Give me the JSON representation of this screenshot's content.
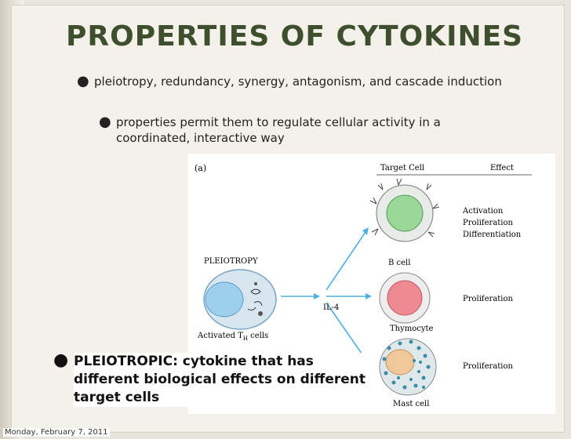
{
  "slide": {
    "title": "PROPERTIES OF CYTOKINES",
    "bullets": [
      "pleiotropy, redundancy, synergy, antagonism, and cascade induction",
      "properties permit them to regulate cellular activity in a coordinated, interactive way",
      "PLEIOTROPIC: cytokine that has different biological effects on different target cells"
    ],
    "footer_date": "Monday, February 7, 2011"
  },
  "figure": {
    "panel_label": "(a)",
    "col_target": "Target Cell",
    "col_effect": "Effect",
    "left_title": "PLEIOTROPY",
    "source_cell": "Activated T",
    "source_cell_sub": "H",
    "source_cell_tail": " cells",
    "cytokine": "IL-4",
    "targets": [
      {
        "name": "B cell",
        "effects": [
          "Activation",
          "Proliferation",
          "Differentiation"
        ],
        "color": "#9ad89a"
      },
      {
        "name": "Thymocyte",
        "effects": [
          "Proliferation"
        ],
        "color": "#f08a92"
      },
      {
        "name": "Mast cell",
        "effects": [
          "Proliferation"
        ],
        "color": "#f2c79a"
      }
    ]
  }
}
